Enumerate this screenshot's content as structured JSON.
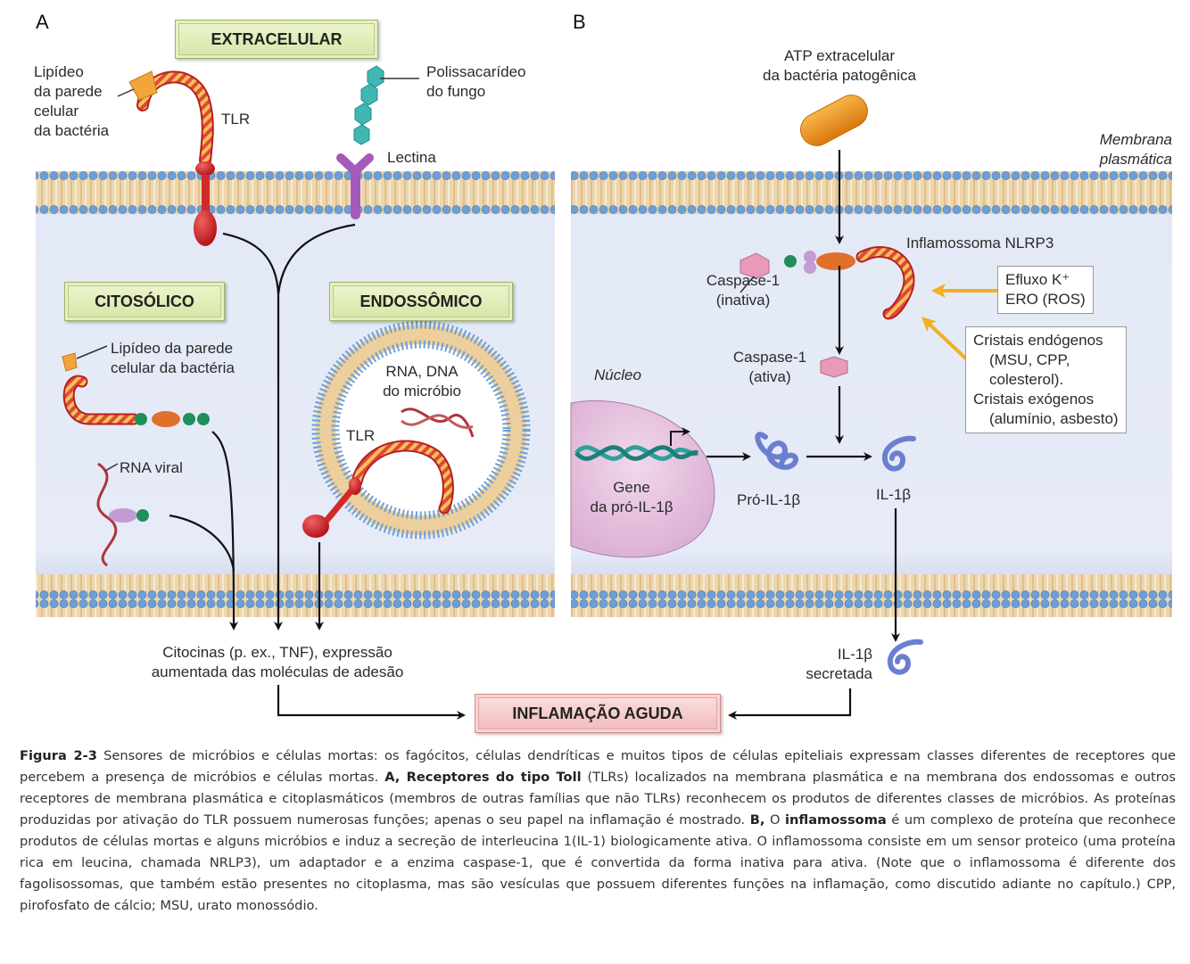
{
  "panel_a": {
    "letter": "A",
    "extracellular_title": "EXTRACELULAR",
    "cytosolic_title": "CITOSÓLICO",
    "endosomal_title": "ENDOSSÔMICO",
    "lipid_label": [
      "Lipídeo",
      "da parede",
      "celular",
      "da bactéria"
    ],
    "tlr_label": "TLR",
    "polysaccharide_label": [
      "Polissacarídeo",
      "do fungo"
    ],
    "lectin_label": "Lectina",
    "cyto_lipid_label": [
      "Lipídeo da parede",
      "celular da bactéria"
    ],
    "viral_rna_label": "RNA viral",
    "endo_nucleic_label": [
      "RNA, DNA",
      "do micróbio"
    ],
    "endo_tlr_label": "TLR",
    "output_label": [
      "Citocinas (p. ex., TNF), expressão",
      "aumentada das moléculas de adesão"
    ]
  },
  "panel_b": {
    "letter": "B",
    "atp_label": [
      "ATP extracelular",
      "da bactéria patogênica"
    ],
    "membrane_label": [
      "Membrana",
      "plasmática"
    ],
    "inflammasome_label": "Inflamossoma NLRP3",
    "caspase_inactive_label": [
      "Caspase-1",
      "(inativa)"
    ],
    "caspase_active_label": [
      "Caspase-1",
      "(ativa)"
    ],
    "efflux_box": [
      "Efluxo K⁺",
      "ERO (ROS)"
    ],
    "crystals_box": [
      "Cristais endógenos",
      "(MSU, CPP,",
      "colesterol).",
      "Cristais exógenos",
      "(alumínio, asbesto)"
    ],
    "nucleus_label": "Núcleo",
    "gene_label": [
      "Gene",
      "da pró-IL-1β"
    ],
    "pro_il_label": "Pró-IL-1β",
    "il_label": "IL-1β",
    "secreted_label": [
      "IL-1β",
      "secretada"
    ]
  },
  "outcome_box": "INFLAMAÇÃO AGUDA",
  "caption": {
    "fig_number": "Figura 2-3",
    "part1": " Sensores de micróbios e células mortas: os fagócitos, células dendríticas e muitos tipos de células epiteliais expressam classes diferentes de receptores que percebem a presença de micróbios e células mortas. ",
    "a_bold": "A, Receptores do tipo Toll",
    "part2": " (TLRs) localizados na membrana plasmática e na membrana dos endossomas e outros receptores de membrana plasmática e citoplasmáticos (membros de outras famílias que não TLRs) reconhecem os produtos de diferentes classes de micróbios. As proteínas produzidas por ativação do TLR possuem numerosas funções; apenas o seu papel na inflamação é mostrado. ",
    "b_bold": "B,",
    "part3": " O ",
    "inflammasome_bold": "inflamossoma",
    "part4": " é um complexo de proteína que reconhece produtos de células mortas e alguns micróbios e induz a secreção de interleucina 1(IL-1) biologicamente ativa. O inflamossoma consiste em um sensor proteico (uma proteína rica em leucina, chamada NRLP3), um adaptador e a enzima caspase-1, que é convertida da forma inativa para ativa. (Note que o inflamossoma é diferente dos fagolisossomas, que também estão presentes no citoplasma, mas são vesículas que possuem diferentes funções na inflamação, como discutido adiante no capítulo.) CPP, pirofosfato de cálcio; MSU, urato monossódio."
  },
  "colors": {
    "cytoplasm": "#dfe6f5",
    "membrane_head": "#6a9fd8",
    "membrane_tail": "#e9c99a",
    "tlr_red": "#d62a2a",
    "tlr_stripe": "#f2b64a",
    "green_box": "#d9e8ad",
    "pink_box": "#f4c2c2",
    "nucleus": "#e9c6e2",
    "il1b_blue": "#6b7fd0",
    "arrow_orange": "#f0b020"
  }
}
